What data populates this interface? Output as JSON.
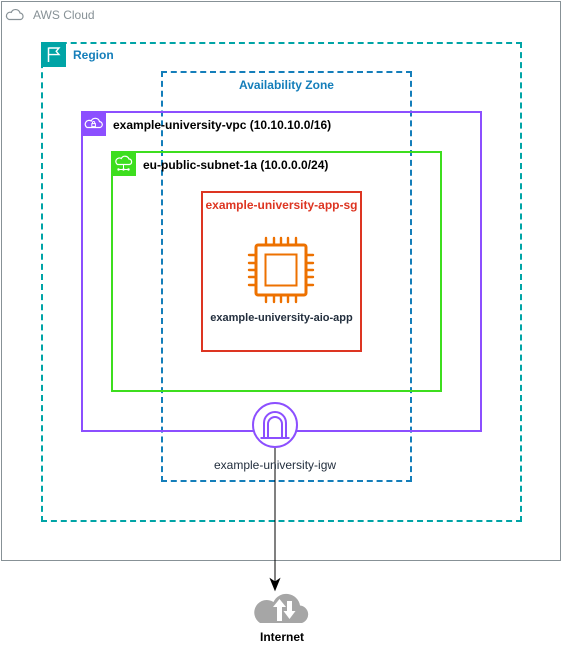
{
  "aws_cloud": {
    "label": "AWS Cloud",
    "color": "#879196",
    "icon": "cloud-icon"
  },
  "region": {
    "label": "Region",
    "color": "#147eba",
    "accent": "#00a4a6",
    "icon": "flag-icon"
  },
  "availability_zone": {
    "label": "Availability Zone",
    "color": "#147eba"
  },
  "vpc": {
    "label": "example-university-vpc (10.10.10.0/16)",
    "color": "#8c4fff",
    "icon": "vpc-icon"
  },
  "subnet": {
    "label": "eu-public-subnet-1a (10.0.0.0/24)",
    "color": "#3dde1e",
    "icon": "public-subnet-icon"
  },
  "security_group": {
    "label": "example-university-app-sg",
    "color": "#dd3522"
  },
  "ec2": {
    "label": "example-university-aio-app",
    "color": "#ed7100",
    "icon": "ec2-instance-icon"
  },
  "igw": {
    "label": "example-university-igw",
    "color": "#8c4fff",
    "icon": "internet-gateway-icon"
  },
  "internet": {
    "label": "Internet",
    "color": "#999999",
    "icon": "internet-cloud-icon"
  }
}
